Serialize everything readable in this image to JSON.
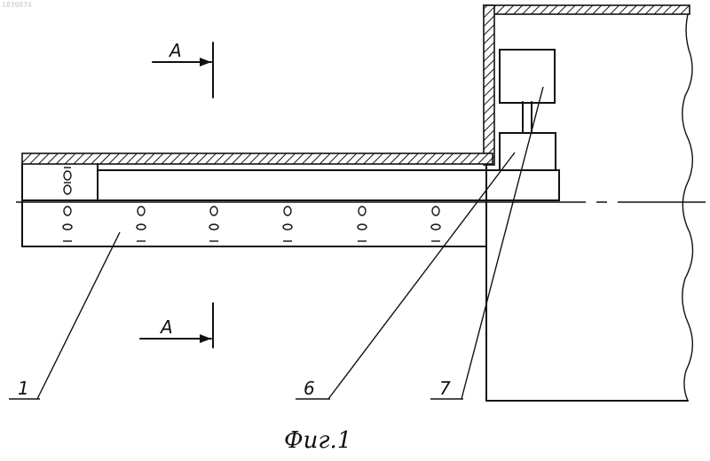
{
  "doc_id": "1839874",
  "section_labels": [
    "A",
    "A"
  ],
  "callouts": [
    "1",
    "6",
    "7"
  ],
  "caption": "Фиг.1",
  "colors": {
    "ink": "#111111",
    "paper": "#ffffff"
  }
}
